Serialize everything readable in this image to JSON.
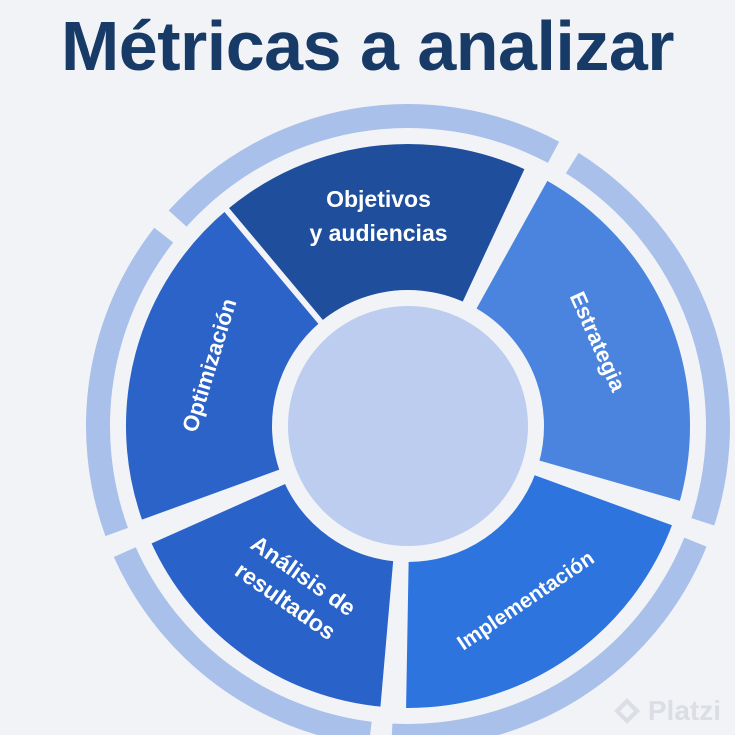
{
  "title": "Métricas a analizar",
  "segments": [
    {
      "id": "objetivos",
      "lines": [
        "Objetivos",
        "y audiencias"
      ],
      "color": "#1f4f9c"
    },
    {
      "id": "estrategia",
      "lines": [
        "Estrategia"
      ],
      "color": "#4a84de"
    },
    {
      "id": "implementacion",
      "lines": [
        "Implementación"
      ],
      "color": "#2d74de"
    },
    {
      "id": "analisis",
      "lines": [
        "Análisis de",
        "resultados"
      ],
      "color": "#2962c8"
    },
    {
      "id": "optimizacion",
      "lines": [
        "Optimización"
      ],
      "color": "#2b63c9"
    }
  ],
  "colors": {
    "outer_ring": "#a9c0ea",
    "center_circle": "#bccdef",
    "title": "#173a66",
    "background": "#f2f3f7"
  },
  "watermark": {
    "text": "Platzi",
    "icon": "platzi-logo-icon"
  }
}
